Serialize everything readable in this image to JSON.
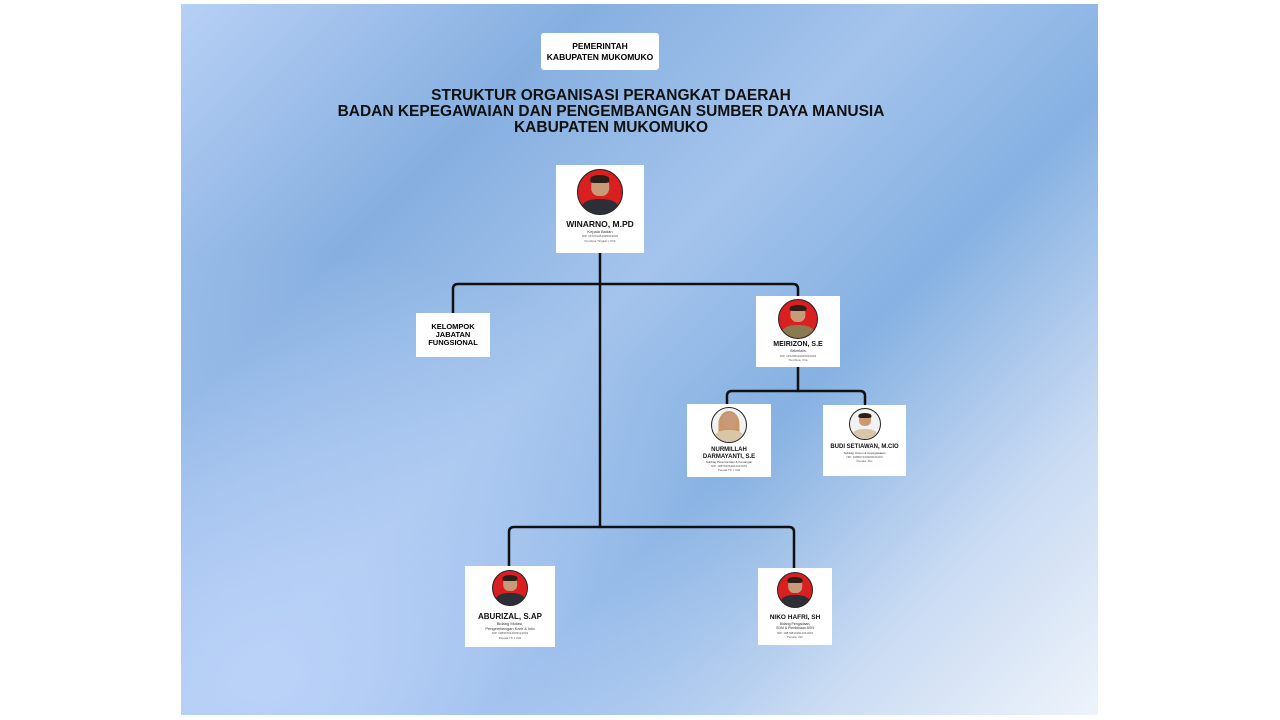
{
  "header": {
    "government": "PEMERINTAH KABUPATEN MUKOMUKO",
    "title_lines": [
      "STRUKTUR ORGANISASI PERANGKAT DAERAH",
      "BADAN KEPEGAWAIAN DAN PENGEMBANGAN SUMBER DAYA MANUSIA",
      "KABUPATEN MUKOMUKO"
    ]
  },
  "colors": {
    "photo_background": "#d91f1f",
    "connector": "#111111",
    "card": "#ffffff"
  },
  "org": {
    "head": {
      "name": "WINARNO, M.PD",
      "position": "Kepala Badan",
      "nip": "NIP. 197201051995031002",
      "rank": "Pembina Tingkat I, IV/b",
      "icon": "person-photo"
    },
    "functional_group": {
      "label": "KELOMPOK JABATAN FUNGSIONAL"
    },
    "secretary": {
      "name": "MEIRIZON, S.E",
      "position": "Sekretaris",
      "nip": "NIP. 197205191997031002",
      "rank": "Pembina, IV/a",
      "icon": "person-photo"
    },
    "subdivisions": [
      {
        "name": "NURMILLAH DARMAYANTI, S.E",
        "position": "Subbag Perencanaan & Keuangan",
        "nip": "NIP. 198701052011012001",
        "rank": "Penata TK.I, III/d",
        "icon": "person-photo"
      },
      {
        "name": "BUDI SETIAWAN, M.CIO",
        "position": "Subbag Umum & Kepegawaian",
        "nip": "NIP. 198507132009041003",
        "rank": "Penata, III/c",
        "icon": "person-photo"
      }
    ],
    "fields": [
      {
        "name": "ABURIZAL, S.AP",
        "position_line1": "Bidang Mutasi,",
        "position_line2": "Pengembangan Karir & Info",
        "nip": "NIP. 198307012003121003",
        "rank": "Penata TK.I, III/d",
        "icon": "person-photo"
      },
      {
        "name": "NIKO HAFRI, SH",
        "position_line1": "Bidang Pengadaan,",
        "position_line2": "SDM & Pembinaan ASN",
        "nip": "NIP. 198708102011011003",
        "rank": "Penata, III/c",
        "icon": "person-photo"
      }
    ]
  }
}
